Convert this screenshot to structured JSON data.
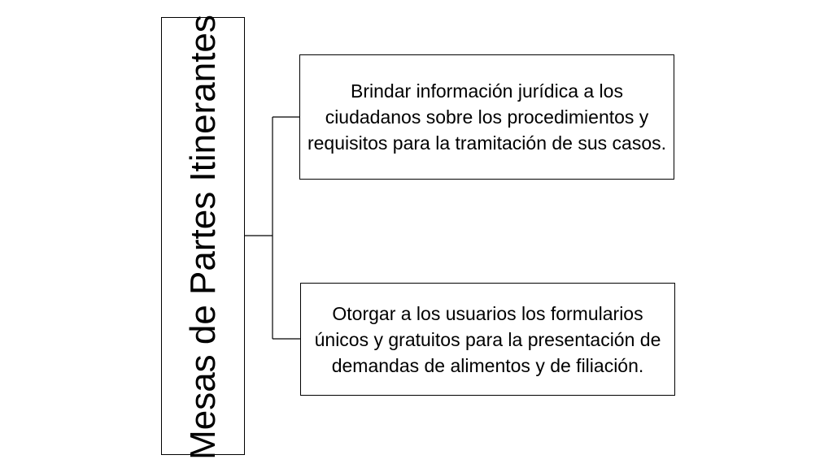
{
  "diagram": {
    "root": {
      "label": "Mesas de Partes Itinerantes"
    },
    "children": [
      {
        "label": "Brindar información jurídica a los ciudadanos sobre los procedimientos y requisitos para la tramitación de sus casos."
      },
      {
        "label": "Otorgar a los usuarios los formularios únicos y gratuitos para la presentación de demandas de alimentos y de filiación."
      }
    ],
    "colors": {
      "line": "#000000",
      "box_fill": "#ffffff",
      "text": "#000000"
    }
  }
}
